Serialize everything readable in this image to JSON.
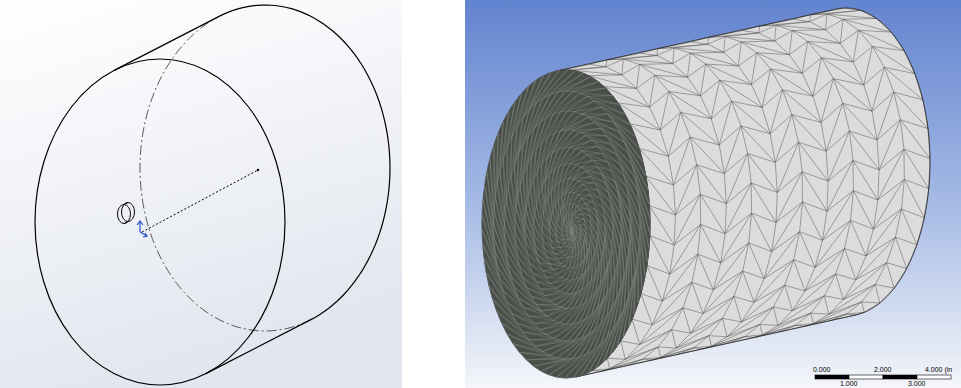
{
  "diagram": {
    "labels": [
      "0.000",
      "2.000",
      "4.000 (in",
      "1.000",
      "3.000"
    ]
  }
}
